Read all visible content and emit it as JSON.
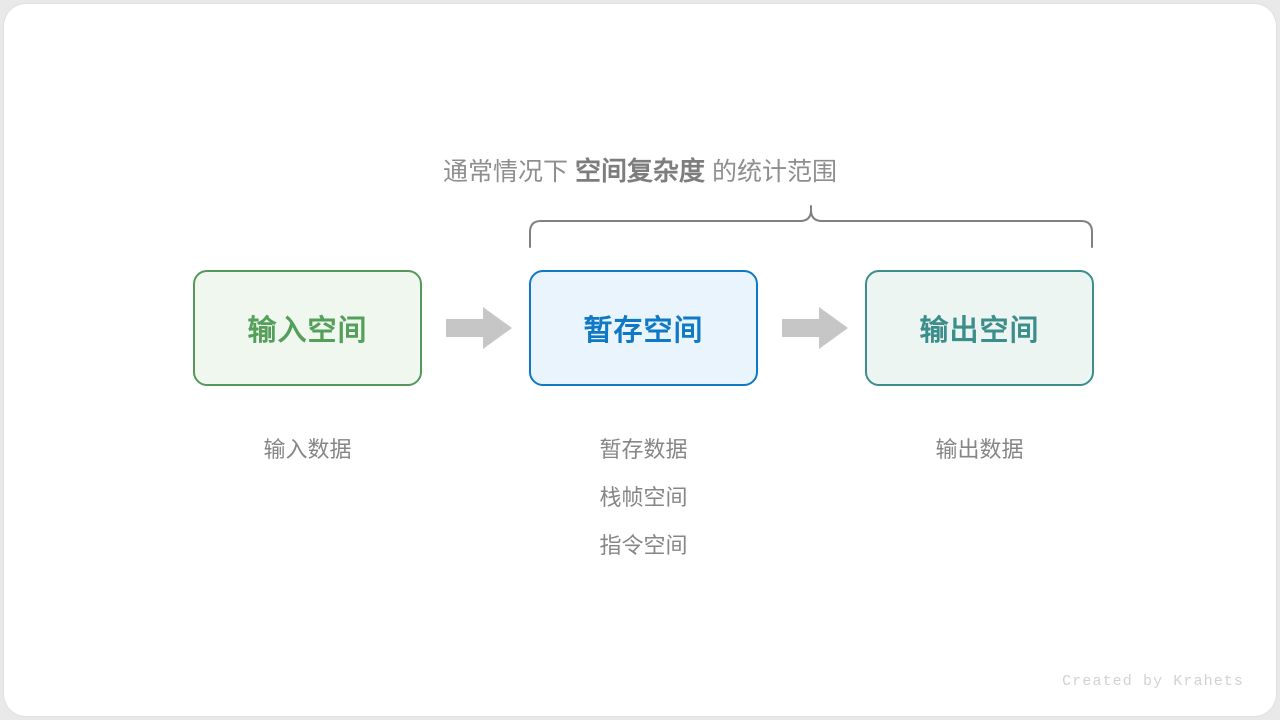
{
  "diagram": {
    "heading": {
      "prefix": "通常情况下",
      "emphasis": "空间复杂度",
      "suffix": "的统计范围"
    },
    "brace": {
      "icon": "curly-brace-up",
      "color": "#808080",
      "span_start": "暂存空间",
      "span_end": "输出空间"
    },
    "boxes": [
      {
        "id": "input",
        "label": "输入空间",
        "fill": "#eff7ef",
        "border": "#55985a",
        "text_color": "#54a05b"
      },
      {
        "id": "buffer",
        "label": "暂存空间",
        "fill": "#e9f4fc",
        "border": "#1079c6",
        "text_color": "#1079c6"
      },
      {
        "id": "output",
        "label": "输出空间",
        "fill": "#edf5f3",
        "border": "#3b8e89",
        "text_color": "#3b8e89"
      }
    ],
    "arrows": [
      {
        "id": "input-to-buffer",
        "icon": "arrow-right-block",
        "color": "#c6c6c6"
      },
      {
        "id": "buffer-to-output",
        "icon": "arrow-right-block",
        "color": "#c6c6c6"
      }
    ],
    "captions": {
      "input": [
        "输入数据"
      ],
      "buffer": [
        "暂存数据",
        "栈帧空间",
        "指令空间"
      ],
      "output": [
        "输出数据"
      ]
    },
    "footer": "Created by Krahets"
  }
}
